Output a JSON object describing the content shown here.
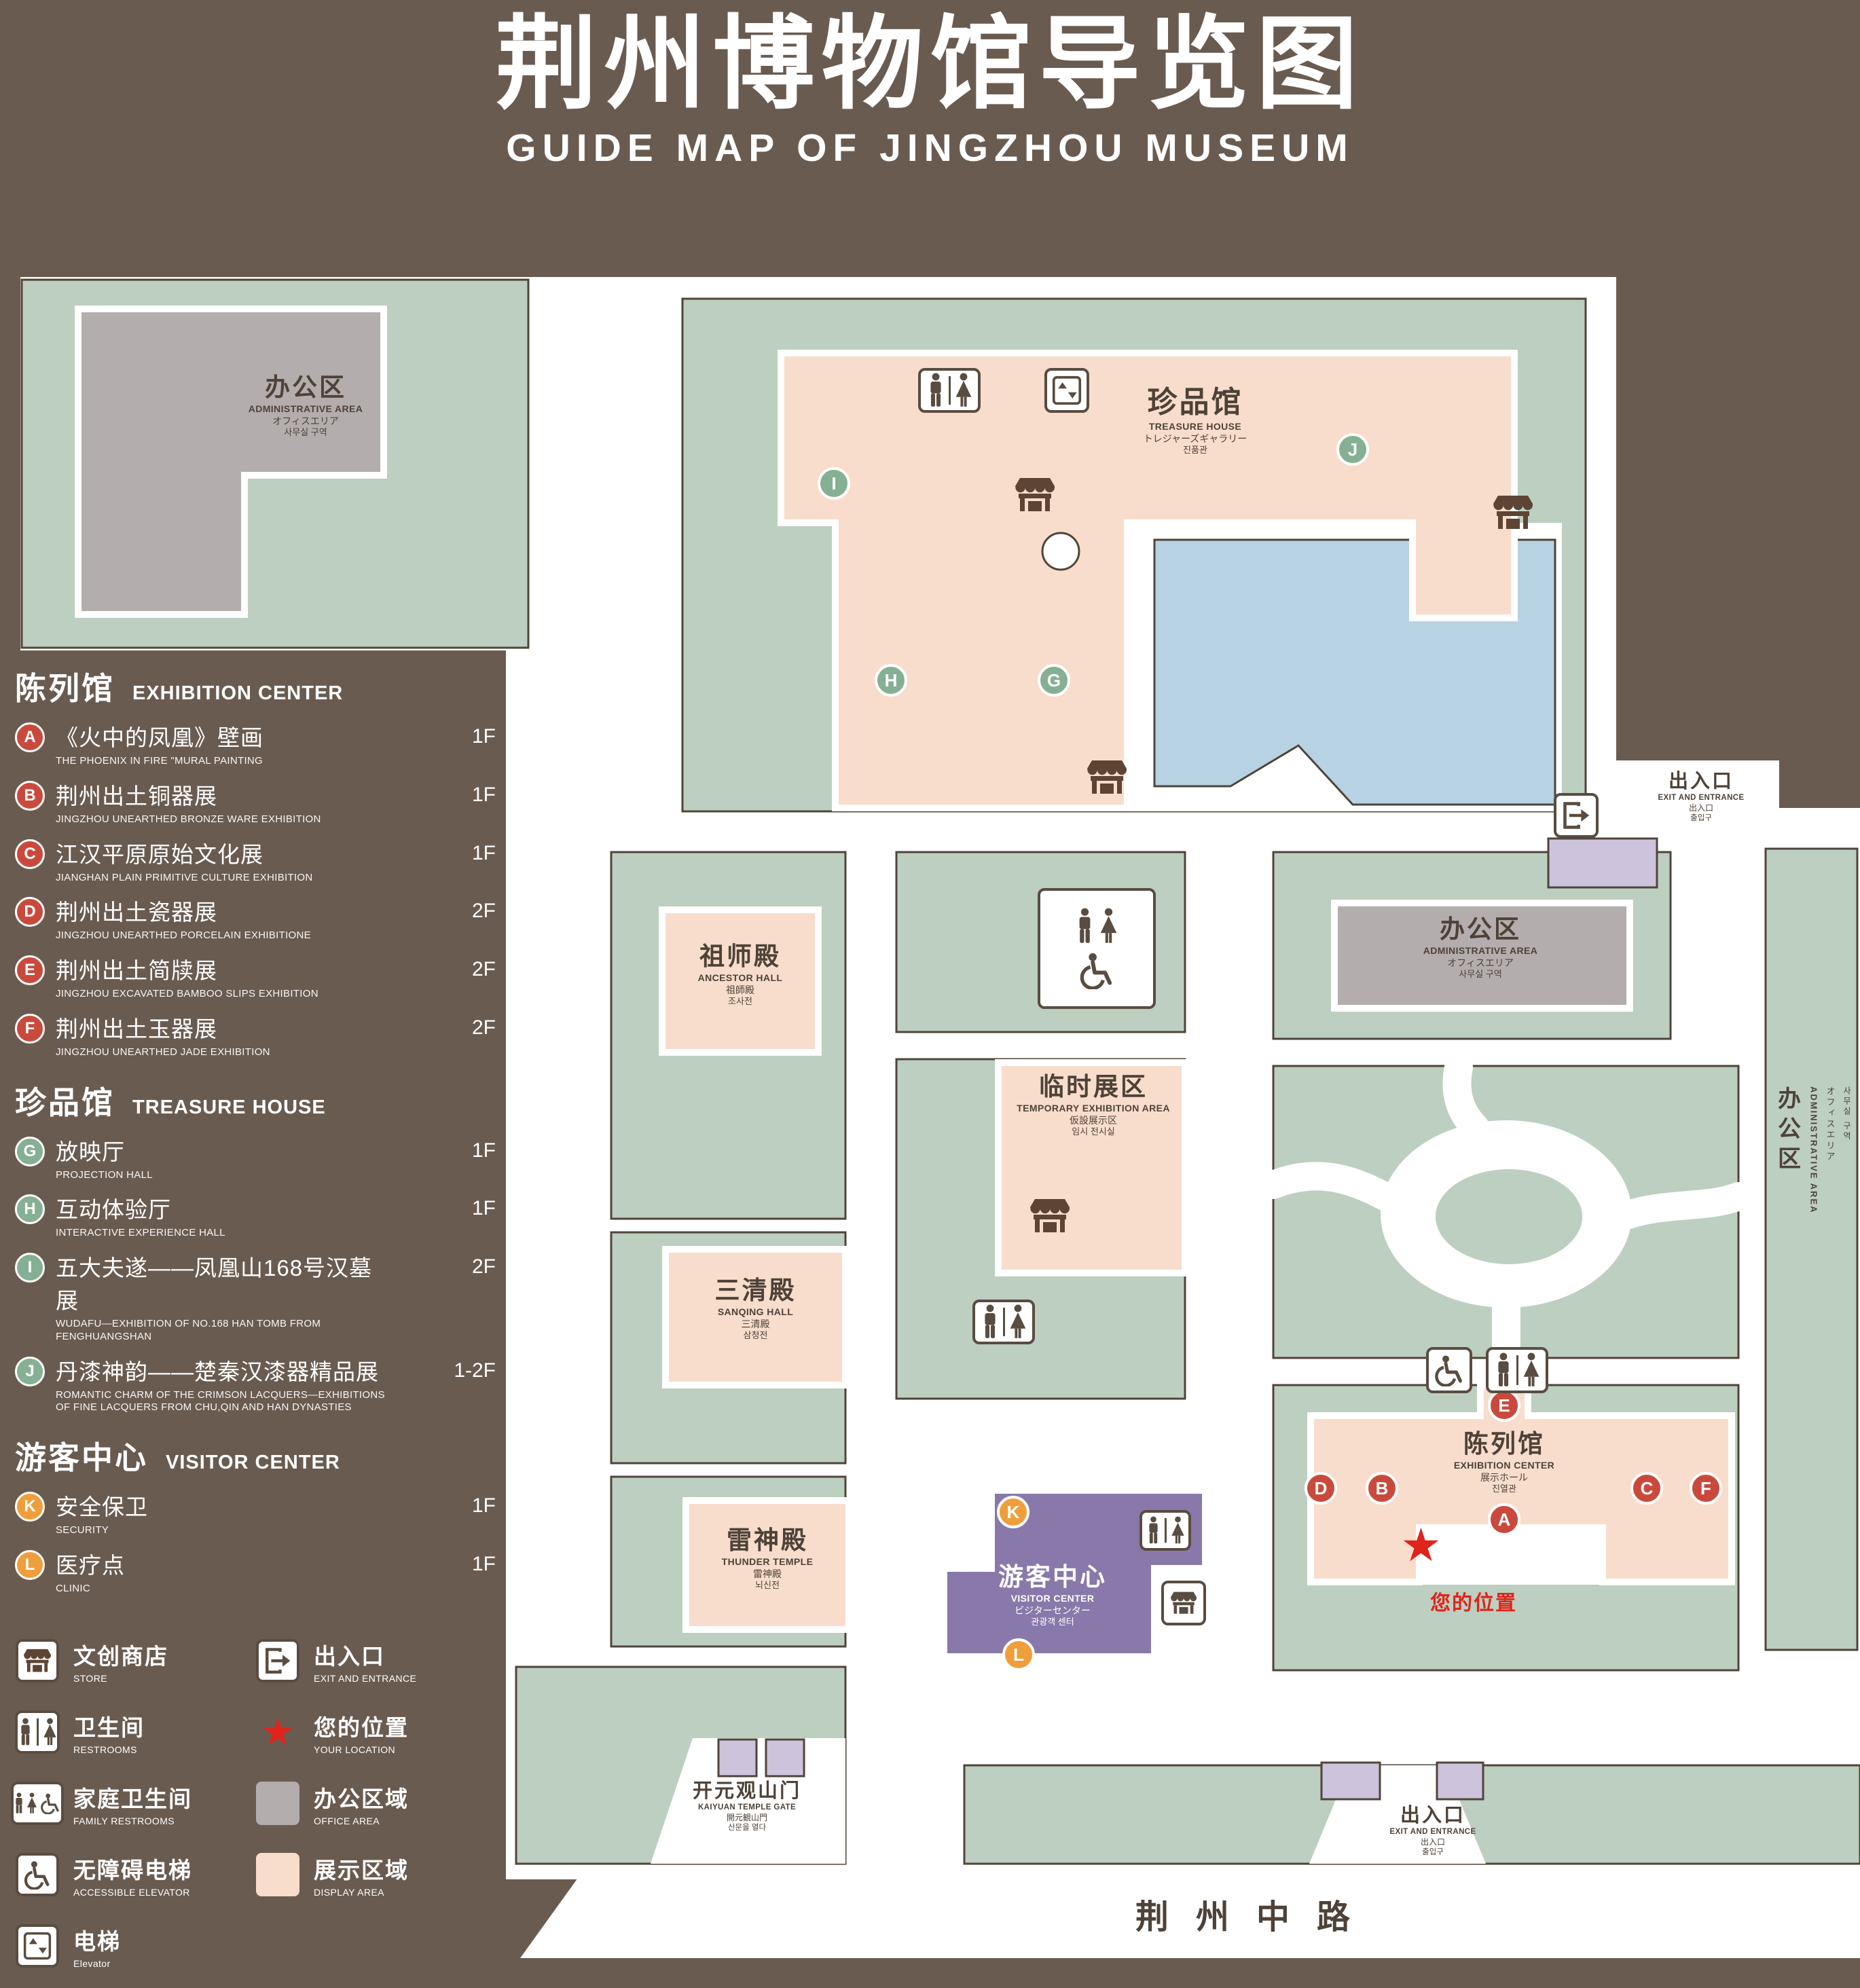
{
  "title": {
    "zh": "荆州博物馆导览图",
    "en": "GUIDE MAP OF JINGZHOU MUSEUM"
  },
  "colors": {
    "background": "#6a5b50",
    "map_green": "#bccfc0",
    "display_area_pink": "#f8ddcc",
    "office_gray": "#b3adad",
    "water_blue": "#b7d2e3",
    "visitor_purple": "#8879aa",
    "entrance_lavender": "#cec3dd",
    "marker_red": "#c94a3d",
    "marker_green": "#85b093",
    "marker_orange": "#ee9f3c",
    "location_red": "#e0241b"
  },
  "icons": {
    "star": "★"
  },
  "sidebar": {
    "sections": [
      {
        "title_zh": "陈列馆",
        "title_en": "EXHIBITION CENTER",
        "items": [
          {
            "letter": "A",
            "zh": "《火中的凤凰》壁画",
            "en": "THE PHOENIX IN FIRE \"MURAL PAINTING",
            "floor": "1F"
          },
          {
            "letter": "B",
            "zh": "荆州出土铜器展",
            "en": "JINGZHOU UNEARTHED BRONZE WARE EXHIBITION",
            "floor": "1F"
          },
          {
            "letter": "C",
            "zh": "江汉平原原始文化展",
            "en": "JIANGHAN PLAIN PRIMITIVE CULTURE EXHIBITION",
            "floor": "1F"
          },
          {
            "letter": "D",
            "zh": "荆州出土瓷器展",
            "en": "JINGZHOU UNEARTHED PORCELAIN EXHIBITIONE",
            "floor": "2F"
          },
          {
            "letter": "E",
            "zh": "荆州出土简牍展",
            "en": "JINGZHOU EXCAVATED BAMBOO SLIPS EXHIBITION",
            "floor": "2F"
          },
          {
            "letter": "F",
            "zh": "荆州出土玉器展",
            "en": "JINGZHOU UNEARTHED JADE EXHIBITION",
            "floor": "2F"
          }
        ]
      },
      {
        "title_zh": "珍品馆",
        "title_en": "TREASURE HOUSE",
        "items": [
          {
            "letter": "G",
            "zh": "放映厅",
            "en": "PROJECTION HALL",
            "floor": "1F"
          },
          {
            "letter": "H",
            "zh": "互动体验厅",
            "en": "INTERACTIVE EXPERIENCE HALL",
            "floor": "1F"
          },
          {
            "letter": "I",
            "zh": "五大夫遂——凤凰山168号汉墓展",
            "en": "WUDAFU—EXHIBITION OF NO.168 HAN TOMB FROM FENGHUANGSHAN",
            "floor": "2F"
          },
          {
            "letter": "J",
            "zh": "丹漆神韵——楚秦汉漆器精品展",
            "en": "ROMANTIC CHARM OF THE CRIMSON LACQUERS—EXHIBITIONS OF FINE LACQUERS FROM CHU,QIN AND HAN DYNASTIES",
            "floor": "1-2F"
          }
        ]
      },
      {
        "title_zh": "游客中心",
        "title_en": "VISITOR CENTER",
        "items": [
          {
            "letter": "K",
            "zh": "安全保卫",
            "en": "SECURITY",
            "floor": "1F"
          },
          {
            "letter": "L",
            "zh": "医疗点",
            "en": "CLINIC",
            "floor": "1F"
          }
        ]
      }
    ]
  },
  "legend": {
    "items": [
      {
        "icon": "store",
        "zh": "文创商店",
        "en": "STORE"
      },
      {
        "icon": "exit",
        "zh": "出入口",
        "en": "EXIT AND ENTRANCE"
      },
      {
        "icon": "restroom",
        "zh": "卫生间",
        "en": "RESTROOMS"
      },
      {
        "icon": "location",
        "zh": "您的位置",
        "en": "YOUR LOCATION"
      },
      {
        "icon": "family-restroom",
        "zh": "家庭卫生间",
        "en": "FAMILY RESTROOMS"
      },
      {
        "icon": "office-area",
        "zh": "办公区域",
        "en": "OFFICE AREA"
      },
      {
        "icon": "accessible-elevator",
        "zh": "无障碍电梯",
        "en": "ACCESSIBLE ELEVATOR"
      },
      {
        "icon": "display-area",
        "zh": "展示区域",
        "en": "DISPLAY AREA"
      },
      {
        "icon": "elevator",
        "zh": "电梯",
        "en": "Elevator"
      }
    ]
  },
  "map": {
    "labels": {
      "admin_top": {
        "zh": "办公区",
        "en": "ADMINISTRATIVE AREA",
        "ja": "オフィスエリア",
        "ko": "사무실 구역"
      },
      "treasure_house": {
        "zh": "珍品馆",
        "en": "TREASURE HOUSE",
        "ja": "トレジャーズギャラリー",
        "ko": "진품관"
      },
      "exit_right": {
        "zh": "出入口",
        "en": "EXIT AND ENTRANCE",
        "ja": "出入口",
        "ko": "출입구"
      },
      "admin_mid": {
        "zh": "办公区",
        "en": "ADMINISTRATIVE AREA",
        "ja": "オフィスエリア",
        "ko": "사무실 구역"
      },
      "ancestor_hall": {
        "zh": "祖师殿",
        "en": "ANCESTOR HALL",
        "ja": "祖師殿",
        "ko": "조사전"
      },
      "temporary_area": {
        "zh": "临时展区",
        "en": "TEMPORARY EXHIBITION AREA",
        "ja": "仮設展示区",
        "ko": "임시 전시실"
      },
      "sanqing_hall": {
        "zh": "三清殿",
        "en": "SANQING HALL",
        "ja": "三清殿",
        "ko": "삼청전"
      },
      "thunder_temple": {
        "zh": "雷神殿",
        "en": "THUNDER TEMPLE",
        "ja": "雷神殿",
        "ko": "뇌신전"
      },
      "visitor_center": {
        "zh": "游客中心",
        "en": "VISITOR CENTER",
        "ja": "ビジターセンター",
        "ko": "관광객 센터"
      },
      "exhibition_center": {
        "zh": "陈列馆",
        "en": "EXHIBITION CENTER",
        "ja": "展示ホール",
        "ko": "진열관"
      },
      "your_location": {
        "zh": "您的位置"
      },
      "gate": {
        "zh": "开元观山门",
        "en": "KAIYUAN TEMPLE GATE",
        "ja": "開元観山門",
        "ko": "산문을 열다"
      },
      "exit_bottom": {
        "zh": "出入口",
        "en": "EXIT AND ENTRANCE",
        "ja": "出入口",
        "ko": "출입구"
      },
      "admin_right": {
        "zh": "办公区",
        "en": "ADMINISTRATIVE AREA",
        "ja": "オフィスエリア",
        "ko": "사무실 구역"
      },
      "road": {
        "zh": "荆州中路"
      }
    },
    "markers": {
      "A": "A",
      "B": "B",
      "C": "C",
      "D": "D",
      "E": "E",
      "F": "F",
      "G": "G",
      "H": "H",
      "I": "I",
      "J": "J",
      "K": "K",
      "L": "L"
    }
  }
}
